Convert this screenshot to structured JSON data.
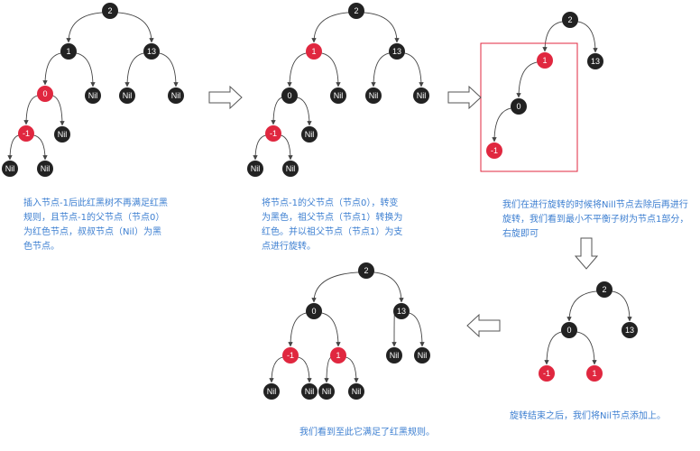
{
  "colors": {
    "black_node": "#222222",
    "red_node": "#e0273f",
    "edge": "#444444",
    "caption": "#3d7fd1",
    "frame": "#e0273f"
  },
  "trees": [
    {
      "id": "t1",
      "nodes": [
        {
          "id": "n2",
          "label": "2",
          "color": "black"
        },
        {
          "id": "n1",
          "label": "1",
          "color": "black"
        },
        {
          "id": "n13",
          "label": "13",
          "color": "black"
        },
        {
          "id": "n0",
          "label": "0",
          "color": "red"
        },
        {
          "id": "nil1",
          "label": "Nil",
          "color": "black"
        },
        {
          "id": "nil13a",
          "label": "Nil",
          "color": "black"
        },
        {
          "id": "nil13b",
          "label": "Nil",
          "color": "black"
        },
        {
          "id": "nm1",
          "label": "-1",
          "color": "red"
        },
        {
          "id": "nil0",
          "label": "Nil",
          "color": "black"
        },
        {
          "id": "nilm1a",
          "label": "Nil",
          "color": "black"
        },
        {
          "id": "nilm1b",
          "label": "Nil",
          "color": "black"
        }
      ]
    },
    {
      "id": "t2",
      "nodes": [
        {
          "id": "n2",
          "label": "2",
          "color": "black"
        },
        {
          "id": "n1",
          "label": "1",
          "color": "red"
        },
        {
          "id": "n13",
          "label": "13",
          "color": "black"
        },
        {
          "id": "n0",
          "label": "0",
          "color": "black"
        },
        {
          "id": "nil1",
          "label": "Nil",
          "color": "black"
        },
        {
          "id": "nil13a",
          "label": "Nil",
          "color": "black"
        },
        {
          "id": "nil13b",
          "label": "Nil",
          "color": "black"
        },
        {
          "id": "nm1",
          "label": "-1",
          "color": "red"
        },
        {
          "id": "nil0",
          "label": "Nil",
          "color": "black"
        },
        {
          "id": "nilm1a",
          "label": "Nil",
          "color": "black"
        },
        {
          "id": "nilm1b",
          "label": "Nil",
          "color": "black"
        }
      ]
    },
    {
      "id": "t3",
      "nodes": [
        {
          "id": "n2",
          "label": "2",
          "color": "black"
        },
        {
          "id": "n13",
          "label": "13",
          "color": "black"
        },
        {
          "id": "n1",
          "label": "1",
          "color": "red"
        },
        {
          "id": "n0",
          "label": "0",
          "color": "black"
        },
        {
          "id": "nm1",
          "label": "-1",
          "color": "red"
        }
      ]
    },
    {
      "id": "t4",
      "nodes": [
        {
          "id": "n2",
          "label": "2",
          "color": "black"
        },
        {
          "id": "n0",
          "label": "0",
          "color": "black"
        },
        {
          "id": "n13",
          "label": "13",
          "color": "black"
        },
        {
          "id": "nm1",
          "label": "-1",
          "color": "red"
        },
        {
          "id": "n1",
          "label": "1",
          "color": "red"
        }
      ]
    },
    {
      "id": "t5",
      "nodes": [
        {
          "id": "n2",
          "label": "2",
          "color": "black"
        },
        {
          "id": "n0",
          "label": "0",
          "color": "black"
        },
        {
          "id": "n13",
          "label": "13",
          "color": "black"
        },
        {
          "id": "nm1",
          "label": "-1",
          "color": "red"
        },
        {
          "id": "n1",
          "label": "1",
          "color": "red"
        },
        {
          "id": "nil13a",
          "label": "Nil",
          "color": "black"
        },
        {
          "id": "nil13b",
          "label": "Nil",
          "color": "black"
        },
        {
          "id": "nilm1a",
          "label": "Nil",
          "color": "black"
        },
        {
          "id": "nilm1b",
          "label": "Nil",
          "color": "black"
        },
        {
          "id": "nil1a",
          "label": "Nil",
          "color": "black"
        },
        {
          "id": "nil1b",
          "label": "Nil",
          "color": "black"
        }
      ]
    }
  ],
  "captions": {
    "c1": "插入节点-1后此红黑树不再满足红黑规则，且节点-1的父节点（节点0）为红色节点，叔叔节点（Nil）为黑色节点。",
    "c2": "将节点-1的父节点（节点0），转变为黑色，祖父节点（节点1）转换为红色。并以祖父节点（节点1）为支点进行旋转。",
    "c3": "我们在进行旋转的时候将Nill节点去除后再进行旋转，我们看到最小不平衡子树为节点1部分，右旋即可",
    "c4": "旋转结束之后，我们将Nil节点添加上。",
    "c5": "我们看到至此它满足了红黑规则。"
  }
}
